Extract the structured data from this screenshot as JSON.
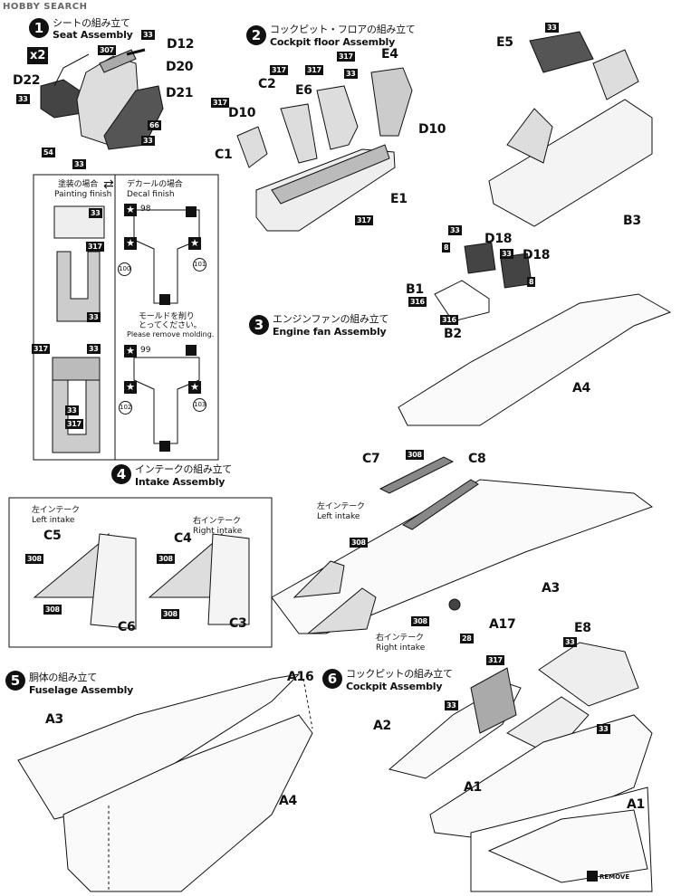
{
  "brand": {
    "text": "HOBBY SEARCH"
  },
  "steps": [
    {
      "num": "1",
      "jp": "シートの組み立て",
      "en": "Seat Assembly"
    },
    {
      "num": "2",
      "jp": "コックピット・フロアの組み立て",
      "en": "Cockpit floor Assembly"
    },
    {
      "num": "3",
      "jp": "エンジンファンの組み立て",
      "en": "Engine fan Assembly"
    },
    {
      "num": "4",
      "jp": "インテークの組み立て",
      "en": "Intake Assembly"
    },
    {
      "num": "5",
      "jp": "胴体の組み立て",
      "en": "Fuselage Assembly"
    },
    {
      "num": "6",
      "jp": "コックピットの組み立て",
      "en": "Cockpit Assembly"
    }
  ],
  "qty": "x2",
  "finish": {
    "paint_jp": "塗装の場合",
    "paint_en": "Painting finish",
    "decal_jp": "デカールの場合",
    "decal_en": "Decal finish",
    "remove_jp1": "モールドを削り",
    "remove_jp2": "とってください。",
    "remove_en": "Please remove molding.",
    "decals": [
      "98",
      "100",
      "101",
      "99",
      "102",
      "103"
    ]
  },
  "intake": {
    "left_jp": "左インテーク",
    "left_en": "Left intake",
    "right_jp": "右インテーク",
    "right_en": "Right intake"
  },
  "remove_label": "REMOVE",
  "parts": {
    "D12": "D12",
    "D20": "D20",
    "D21": "D21",
    "D22": "D22",
    "C1": "C1",
    "C2": "C2",
    "D10a": "D10",
    "E6": "E6",
    "E4": "E4",
    "D10b": "D10",
    "E1": "E1",
    "E5": "E5",
    "B3": "B3",
    "D18a": "D18",
    "D18b": "D18",
    "B1": "B1",
    "B2": "B2",
    "A4a": "A4",
    "C7": "C7",
    "C8": "C8",
    "A3a": "A3",
    "A17": "A17",
    "C5": "C5",
    "C6": "C6",
    "C4": "C4",
    "C3": "C3",
    "A16": "A16",
    "A3b": "A3",
    "A4b": "A4",
    "E8": "E8",
    "A2": "A2",
    "A1a": "A1",
    "A1b": "A1"
  },
  "colors": {
    "c33": "33",
    "c307": "307",
    "c66": "66",
    "c54": "54",
    "c317": "317",
    "c316": "316",
    "c8": "8",
    "c308": "308",
    "c28": "28"
  }
}
